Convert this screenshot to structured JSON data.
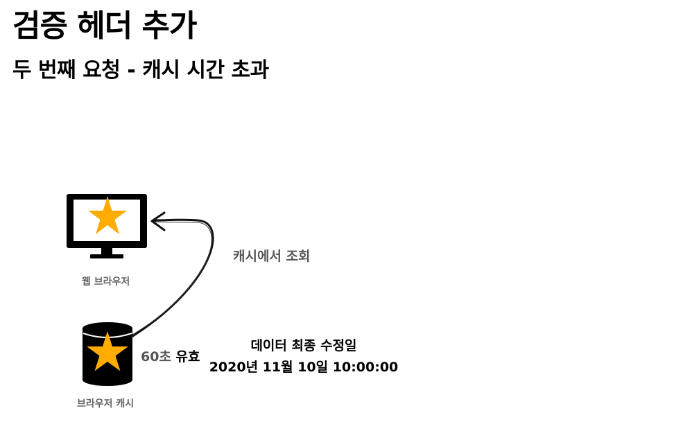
{
  "title": "검증 헤더 추가",
  "subtitle": "두 번째 요청 - 캐시 시간 초과",
  "browser": {
    "label": "웹 브라우저",
    "icon": "monitor-star-icon"
  },
  "cache": {
    "label": "브라우저 캐시",
    "icon": "database-star-icon",
    "ttl_value": "60초",
    "ttl_status": "유효"
  },
  "arrow": {
    "label": "캐시에서 조회"
  },
  "resource_meta": {
    "line1": "데이터 최종 수정일",
    "line2": "2020년 11월 10일 10:00:00"
  },
  "colors": {
    "star": "#FFAC00",
    "ink": "#000000",
    "muted": "#666666"
  }
}
